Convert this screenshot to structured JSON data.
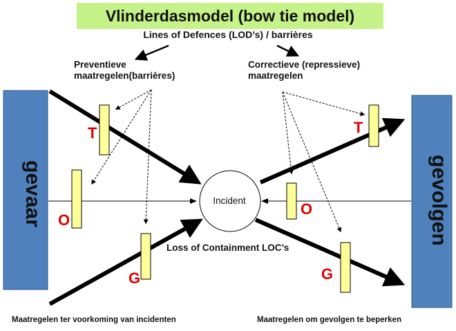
{
  "title": "Vlinderdasmodel (bow tie model)",
  "subtitle": "Lines of Defences (LOD’s) / barrières",
  "left_header": [
    "Preventieve",
    "maatregelen(barrières)"
  ],
  "right_header": [
    "Correctieve (repressieve)",
    "maatregelen"
  ],
  "left_block": "gevaar",
  "right_block": "gevolgen",
  "center": "Incident",
  "loc_label": "Loss of Containment LOC’s",
  "barrier_letters": {
    "t": "T",
    "o": "O",
    "g": "G"
  },
  "footer_left": "Maatregelen ter voorkoming van incidenten",
  "footer_right": "Maatregelen om gevolgen te beperken",
  "colors": {
    "title_bg": "#c6f28a",
    "block": "#4f81bd",
    "barrier": "#ffff99",
    "letter": "#e00000",
    "line": "#000000"
  }
}
